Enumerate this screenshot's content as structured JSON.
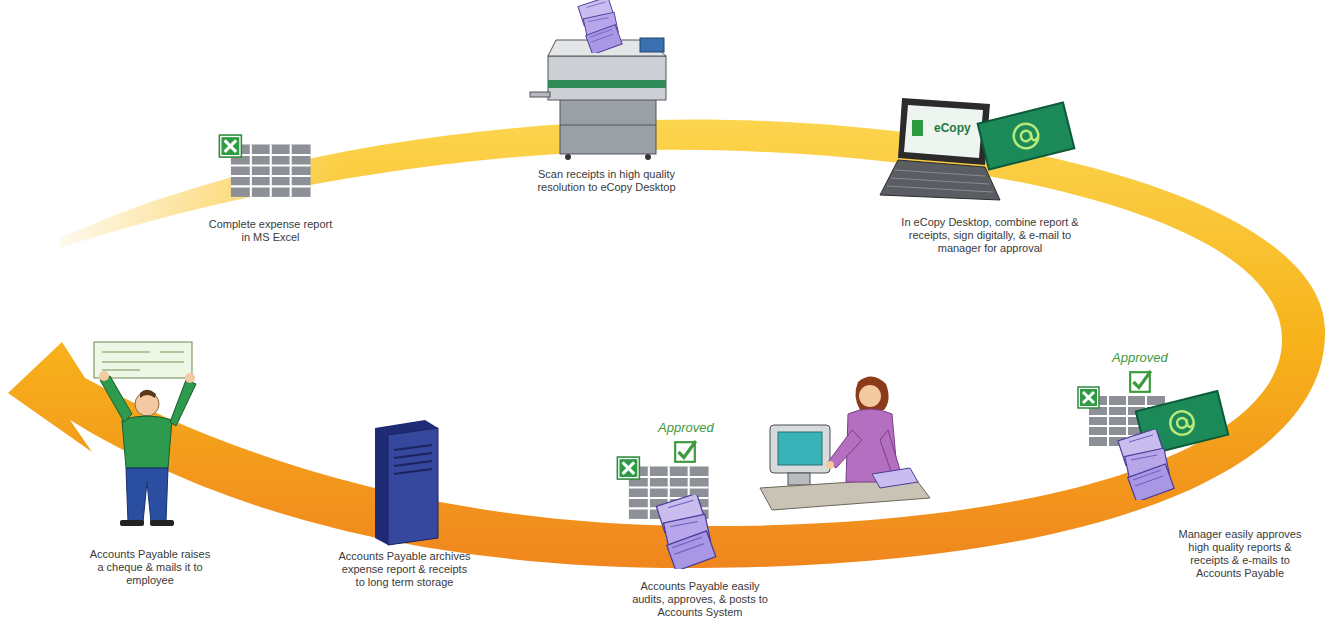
{
  "diagram": {
    "labels": [
      "Complete expense report in MS Excel",
      "Scan receipts in high quality resolution to eCopy Desktop",
      "eCopy",
      "In eCopy Desktop, combine report & receipts, sign digitally, & e-mail to manager for approval",
      "Approved",
      "Manager easily approves high quality reports & receipts & e-mails to Accounts Payable",
      "Approved",
      "Accounts Payable easily audits, approves, & posts to Accounts System",
      "Accounts Payable archives expense report & receipts to long term storage",
      "Accounts Payable raises a cheque & mails it to employee"
    ]
  }
}
